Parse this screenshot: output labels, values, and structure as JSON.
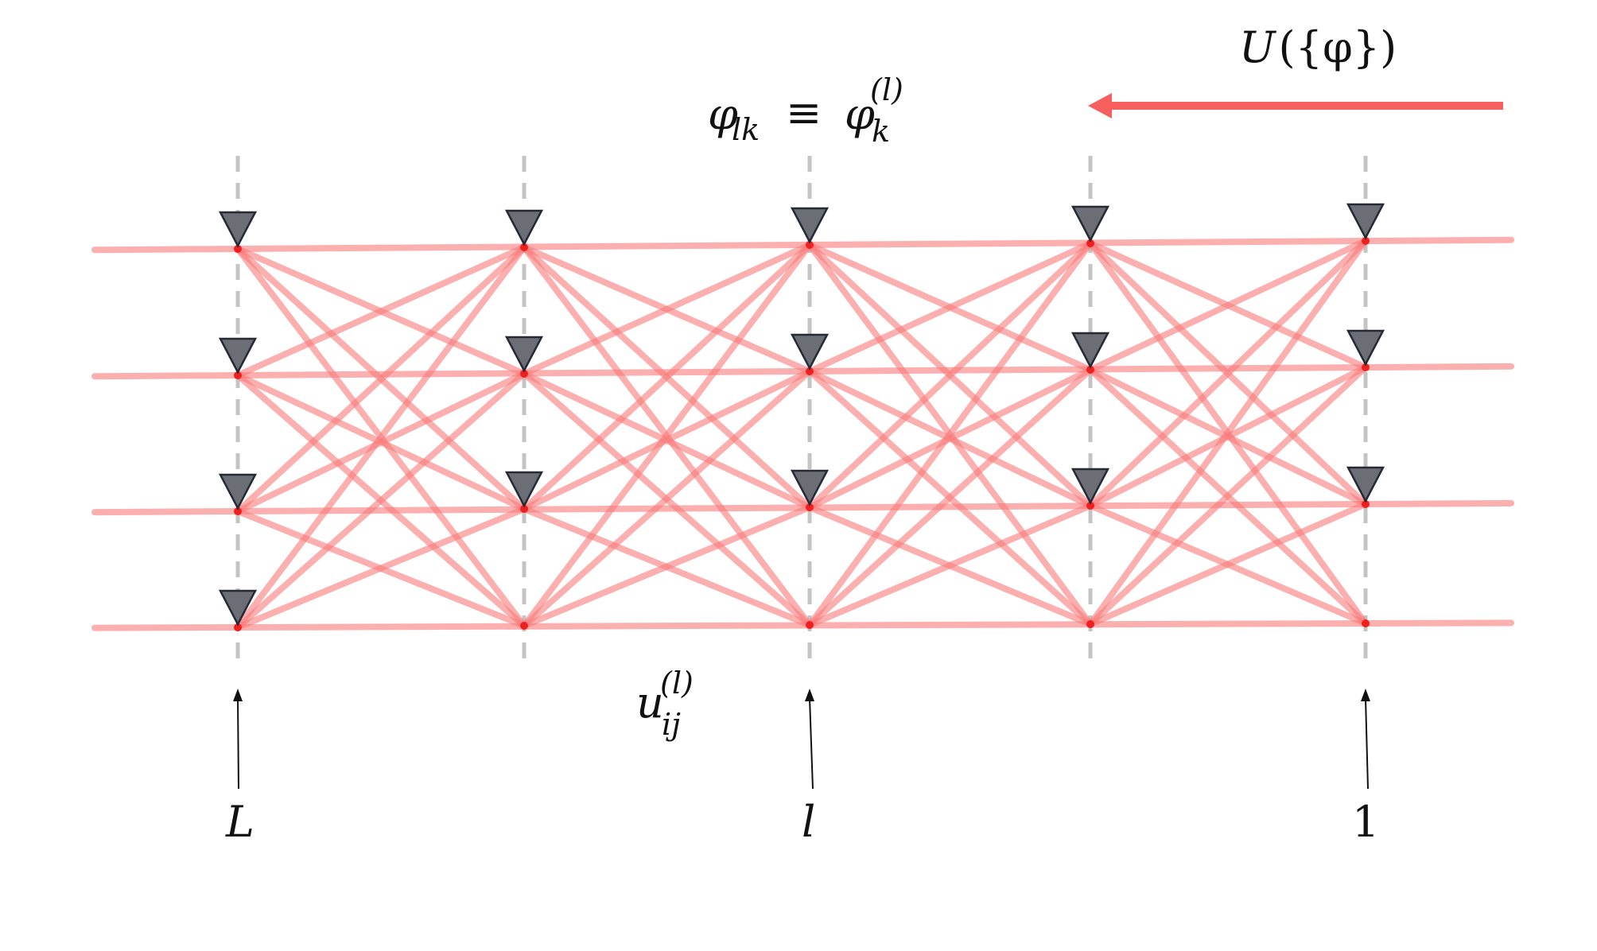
{
  "colors": {
    "wire": "#f97a7a",
    "wire_opacity": 0.6,
    "node": "#ee2020",
    "phase_shifter_fill": "#6b6e74",
    "phase_shifter_stroke": "#252a36",
    "column_guide": "#c4c4c4",
    "direction_arrow": "#f86060",
    "label_arrow": "#111111",
    "text": "#111111"
  },
  "icons": {
    "phase_shifter": "triangle-down-icon",
    "direction": "arrow-left-icon",
    "layer_pointer": "arrow-up-icon"
  },
  "labels": {
    "operator": {
      "main": "U",
      "args": "({φ})"
    },
    "phase": {
      "lhs": "φ",
      "lhs_sub": "lk",
      "equiv": "≡",
      "rhs": "φ",
      "rhs_sub": "k",
      "rhs_sup": "(l)"
    },
    "coupling": {
      "main": "u",
      "sub": "ij",
      "sup": "(l)"
    },
    "layers": {
      "first": "L",
      "middle": "l",
      "last": "1"
    }
  },
  "network": {
    "layers": 5,
    "modes": 4,
    "topology": "all-to-all between adjacent layers"
  }
}
